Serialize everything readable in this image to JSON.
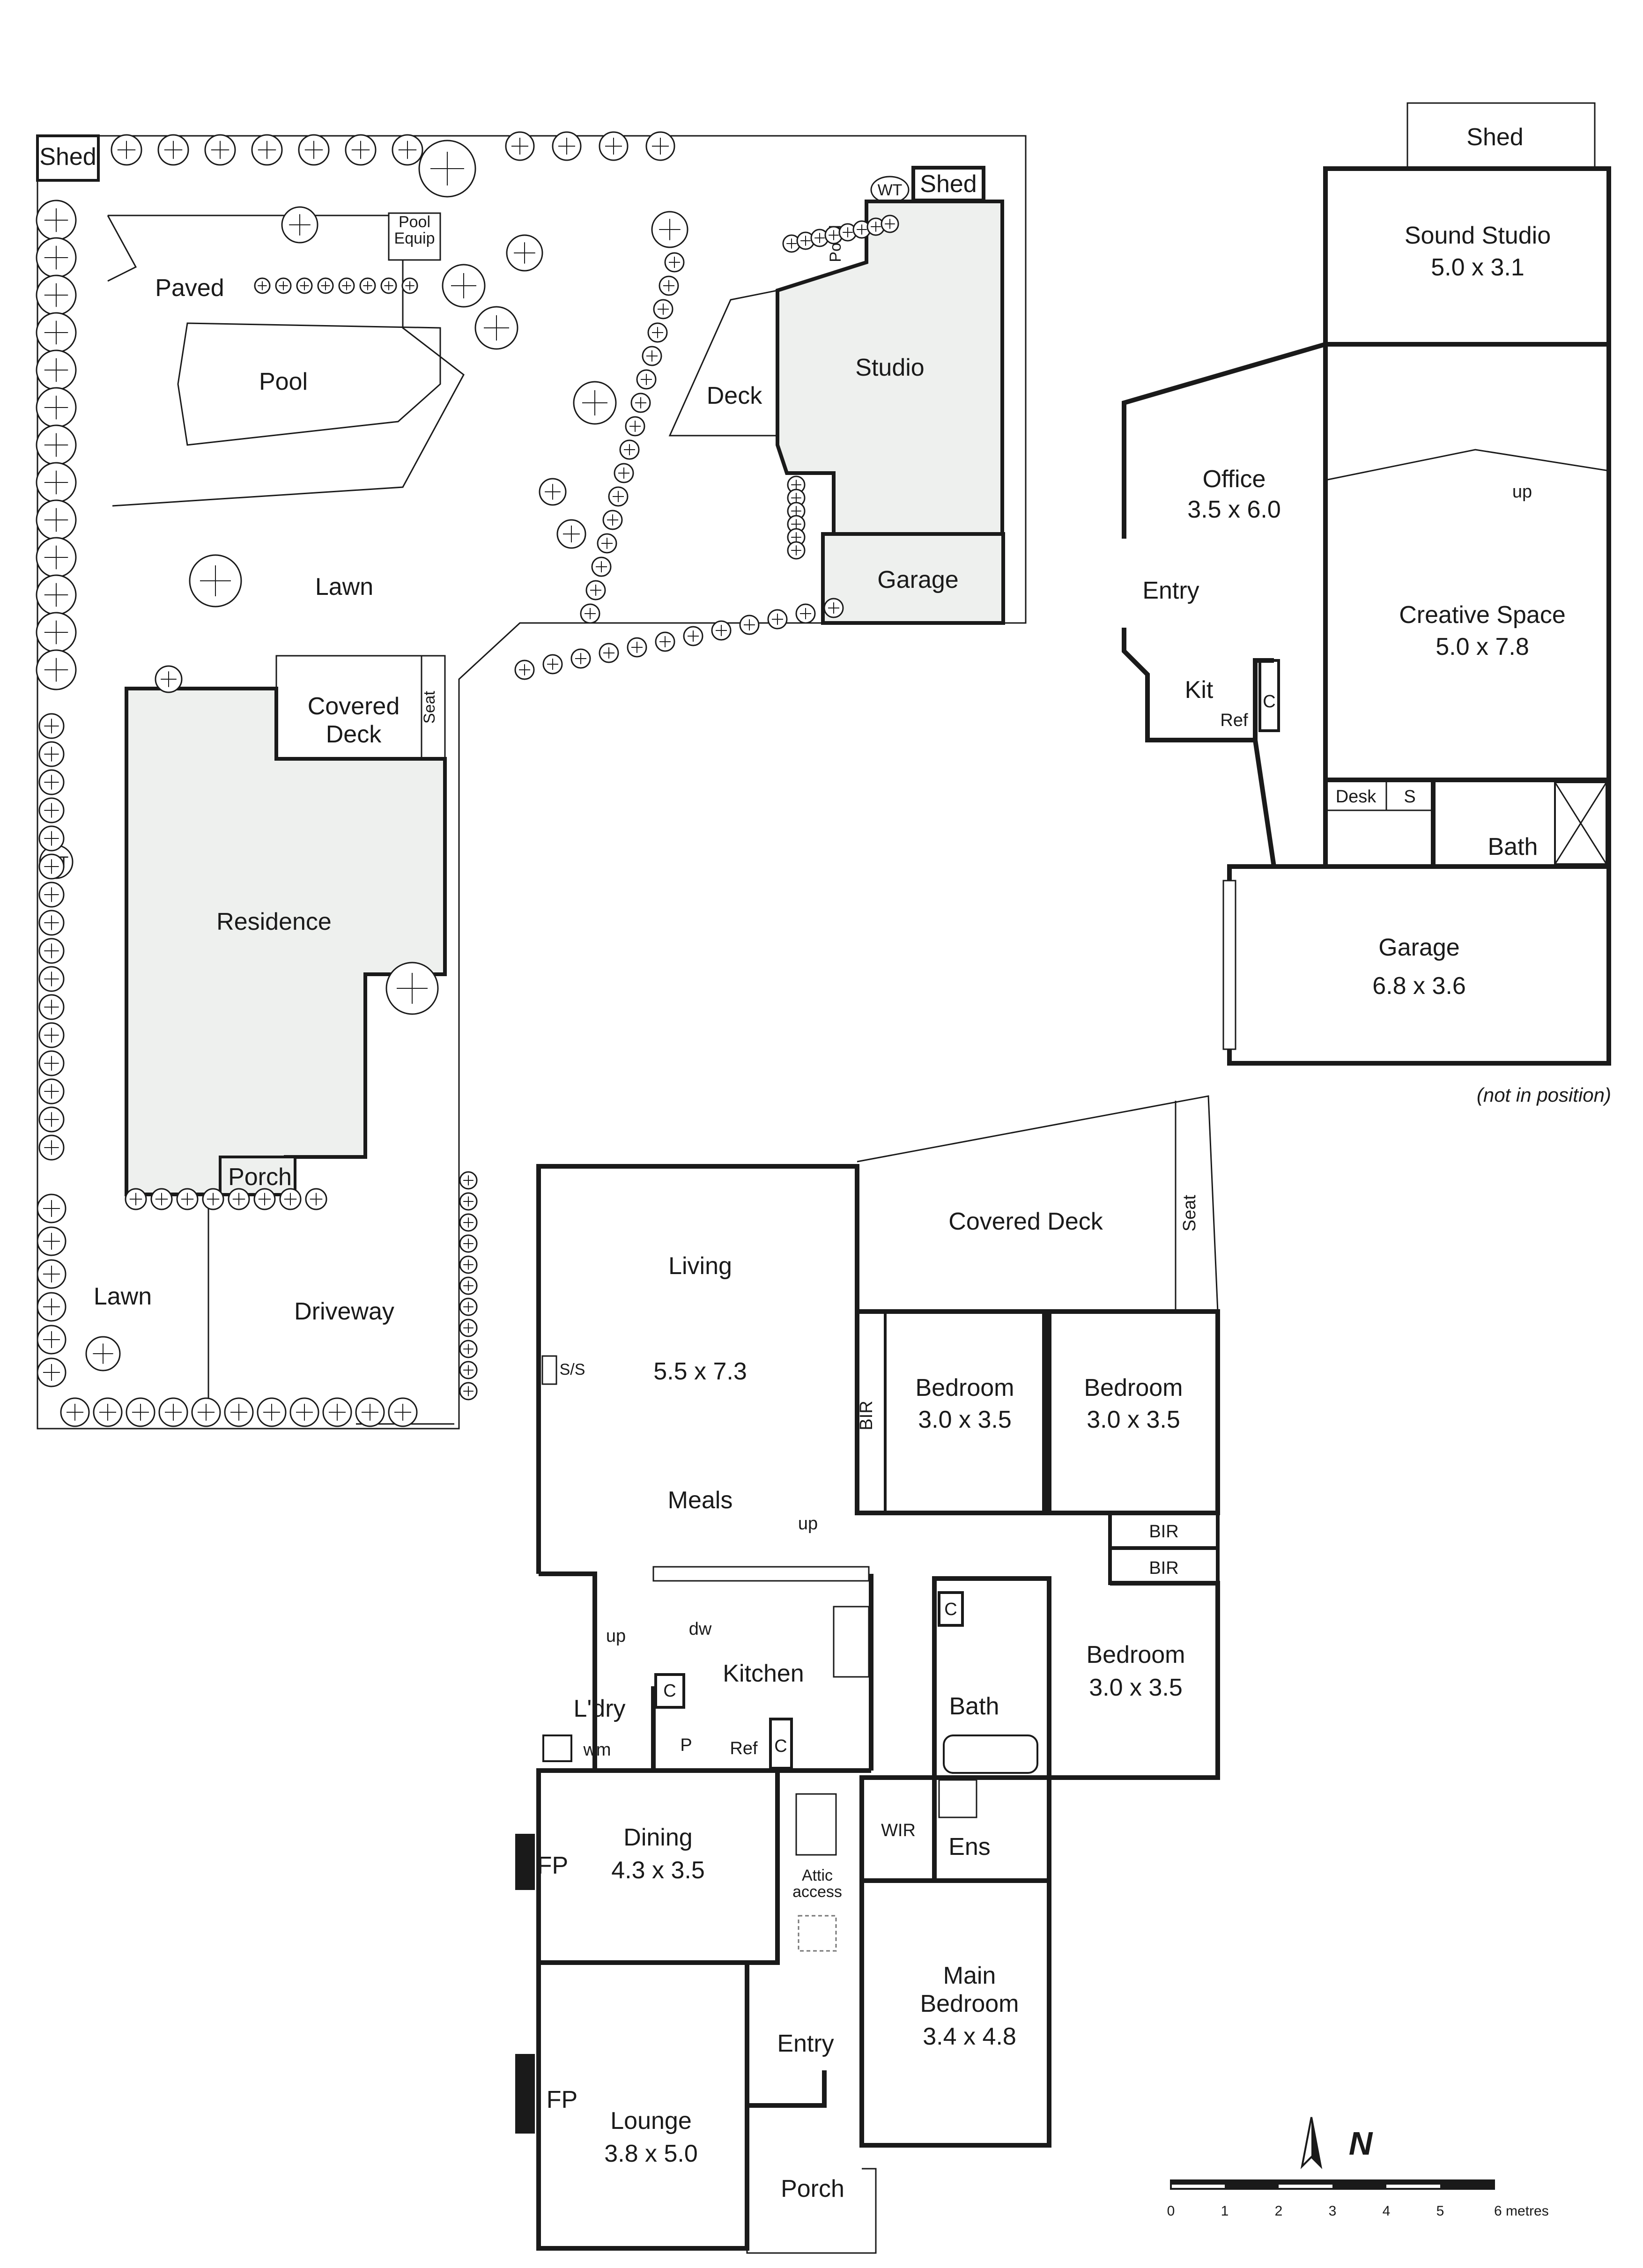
{
  "site": {
    "shed_left": "Shed",
    "paved": "Paved",
    "pool": "Pool",
    "pool_equip_1": "Pool",
    "pool_equip_2": "Equip",
    "wt": "WT",
    "shed_right": "Shed",
    "pond": "Pond",
    "deck": "Deck",
    "studio": "Studio",
    "garage": "Garage",
    "lawn_top": "Lawn",
    "covered_deck_1": "Covered",
    "covered_deck_2": "Deck",
    "seat": "Seat",
    "residence": "Residence",
    "porch": "Porch",
    "lawn_bottom": "Lawn",
    "driveway": "Driveway"
  },
  "studio_plan": {
    "shed": "Shed",
    "sound_studio": "Sound Studio",
    "sound_studio_dim": "5.0 x 3.1",
    "office": "Office",
    "office_dim": "3.5 x 6.0",
    "up": "up",
    "entry": "Entry",
    "creative_space": "Creative  Space",
    "creative_space_dim": "5.0 x 7.8",
    "kit": "Kit",
    "ref": "Ref",
    "c": "C",
    "desk": "Desk",
    "s": "S",
    "bath": "Bath",
    "garage": "Garage",
    "garage_dim": "6.8 x 3.6",
    "note": "(not in position)"
  },
  "house_plan": {
    "living": "Living",
    "living_dim": "5.5 x 7.3",
    "ss": "S/S",
    "meals": "Meals",
    "covered_deck": "Covered Deck",
    "seat": "Seat",
    "bir": "BIR",
    "bedroom": "Bedroom",
    "bedroom_dim": "3.0 x 3.5",
    "up": "up",
    "dw": "dw",
    "kitchen": "Kitchen",
    "c": "C",
    "p": "P",
    "ref": "Ref",
    "laundry": "L'dry",
    "wm": "wm",
    "bath": "Bath",
    "dining": "Dining",
    "dining_dim": "4.3 x 3.5",
    "fp": "FP",
    "attic_1": "Attic",
    "attic_2": "access",
    "wir": "WIR",
    "ens": "Ens",
    "main_bedroom_1": "Main",
    "main_bedroom_2": "Bedroom",
    "main_bedroom_dim": "3.4 x 4.8",
    "entry": "Entry",
    "lounge": "Lounge",
    "lounge_dim": "3.8 x 5.0",
    "porch": "Porch"
  },
  "compass": "N",
  "scale": {
    "ticks": [
      "0",
      "1",
      "2",
      "3",
      "4",
      "5",
      "6 metres"
    ]
  }
}
